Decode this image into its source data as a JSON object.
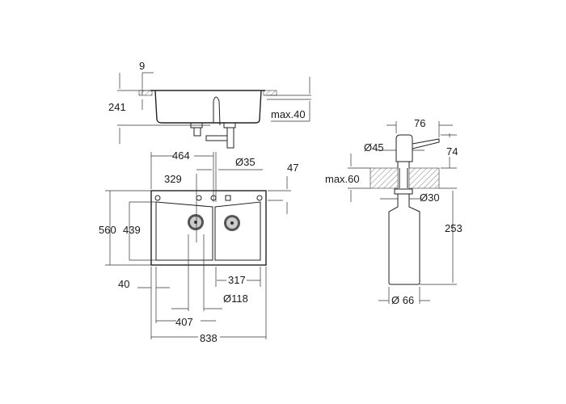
{
  "side_view": {
    "dims": {
      "rim_thickness": "9",
      "depth": "241",
      "counter_thickness": "max.40"
    }
  },
  "plan_view": {
    "dims": {
      "drain_offset_left": "464",
      "tap_hole_diameter": "Ø35",
      "drain_to_tap": "329",
      "tap_hole_edge": "47",
      "outer_depth": "560",
      "bowl_depth": "439",
      "edge_margin": "40",
      "right_bowl": "317",
      "drain_diameter": "Ø118",
      "left_bowl": "407",
      "overall_width": "838"
    }
  },
  "dispenser": {
    "dims": {
      "spout_reach": "76",
      "head_height": "74",
      "head_diameter": "Ø45",
      "counter_thickness": "max.60",
      "shank_diameter": "Ø30",
      "bottle_height": "253",
      "bottle_diameter": "Ø 66"
    }
  }
}
